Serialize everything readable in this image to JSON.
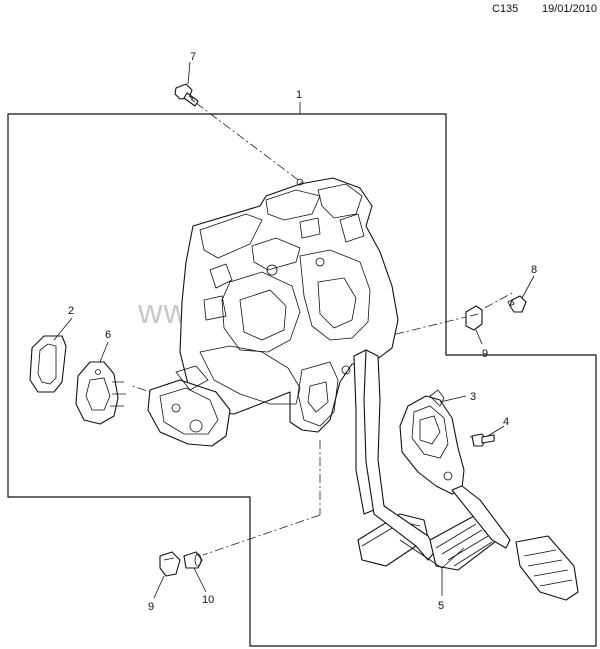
{
  "header": {
    "code": "C135",
    "date": "19/01/2010"
  },
  "watermark": "www.elcats.ru",
  "callouts": [
    "1",
    "2",
    "3",
    "4",
    "5",
    "6",
    "7",
    "8",
    "9",
    "9",
    "10"
  ]
}
